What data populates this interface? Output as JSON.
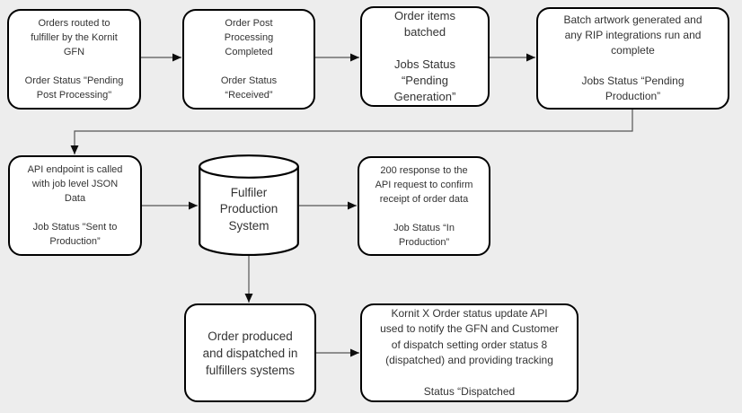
{
  "diagram": {
    "title": "Kornit GFN order fulfilment flowchart",
    "colors": {
      "background": "#ededed",
      "node_fill": "#ffffff",
      "node_border": "#000000",
      "connector_line": "#555555",
      "arrowhead": "#0d0d0d",
      "text": "#333333"
    }
  },
  "nodes": {
    "orders_routed": {
      "text": "Orders routed to\nfulfiller by the Kornit\nGFN\n\nOrder Status \"Pending\nPost Processing\""
    },
    "post_processing": {
      "text": "Order Post\nProcessing\nCompleted\n\nOrder Status\n“Received”"
    },
    "items_batched": {
      "text": "Order items\nbatched\n\nJobs Status\n“Pending\nGeneration”"
    },
    "batch_artwork": {
      "text": "Batch artwork generated and\nany RIP integrations run and\ncomplete\n\nJobs Status “Pending\nProduction”"
    },
    "api_endpoint": {
      "text": "API endpoint is called\nwith job level JSON\nData\n\nJob Status \"Sent to\nProduction”"
    },
    "production_system": {
      "text": "Fulfiler\nProduction\nSystem"
    },
    "response_200": {
      "text": "200 response to the\nAPI request to confirm\nreceipt of order data\n\nJob Status “In\nProduction”"
    },
    "order_produced": {
      "text": "Order produced\nand dispatched in\nfulfillers systems"
    },
    "status_update": {
      "text": "Kornit X Order status update API\nused to notify the GFN and Customer\nof dispatch setting order status 8\n(dispatched) and providing tracking\n\nStatus “Dispatched"
    }
  }
}
